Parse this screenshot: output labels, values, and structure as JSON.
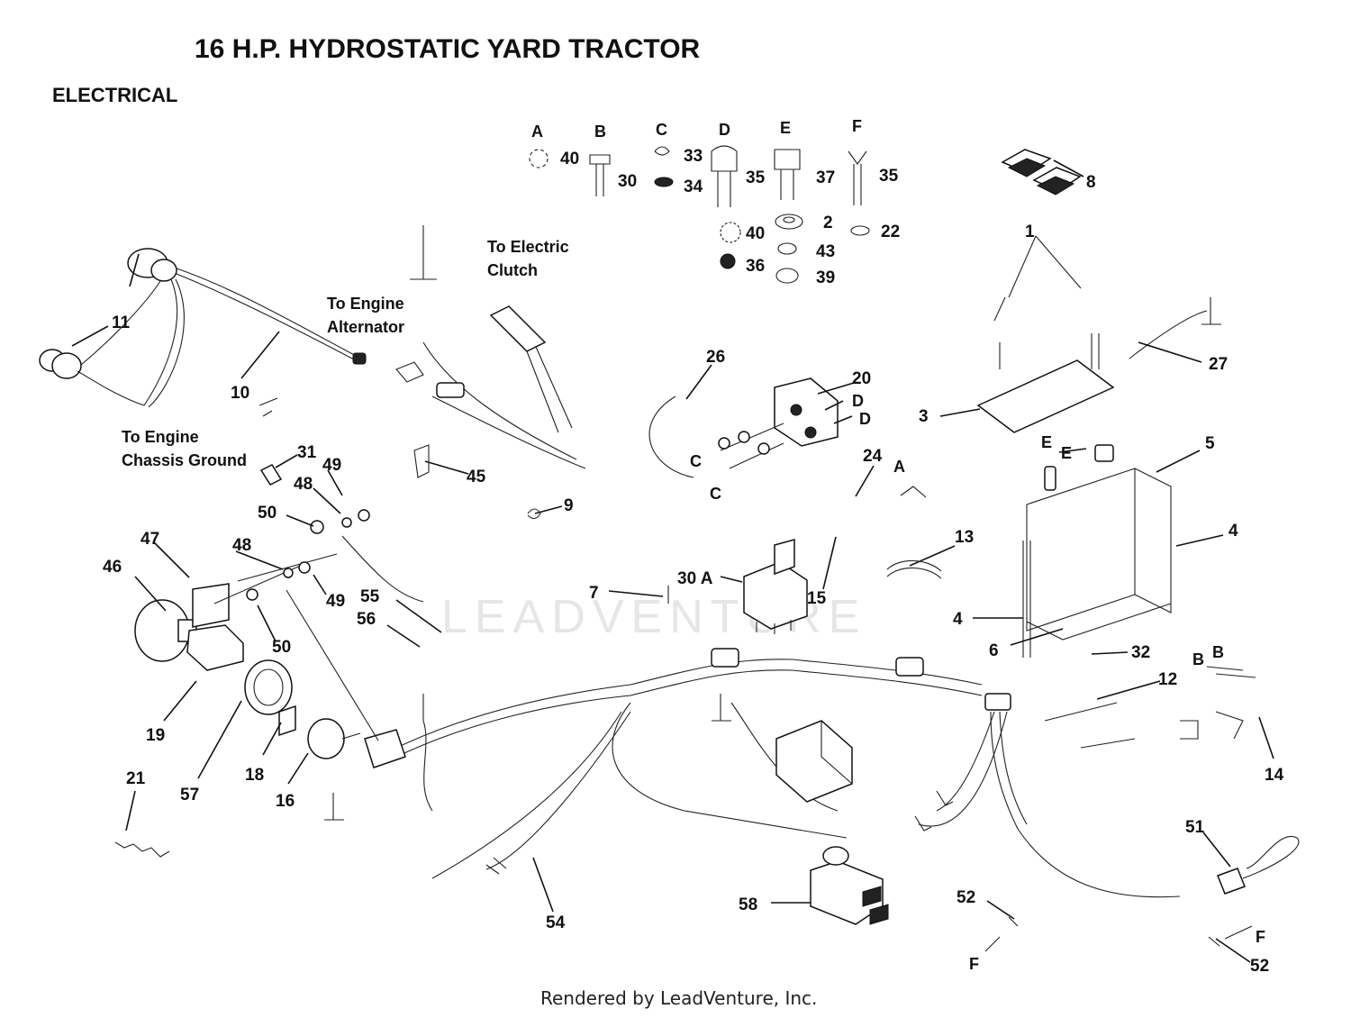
{
  "header": {
    "title": "16 H.P. HYDROSTATIC YARD TRACTOR",
    "section": "ELECTRICAL"
  },
  "watermark": "LEADVENTURE",
  "footer": "Rendered by LeadVenture, Inc.",
  "hardware_key": [
    {
      "letter": "A",
      "items": [
        "40"
      ]
    },
    {
      "letter": "B",
      "items": [
        "30"
      ]
    },
    {
      "letter": "C",
      "items": [
        "33",
        "34"
      ]
    },
    {
      "letter": "D",
      "items": [
        "35",
        "40",
        "36"
      ]
    },
    {
      "letter": "E",
      "items": [
        "37",
        "2",
        "43",
        "39"
      ]
    },
    {
      "letter": "F",
      "items": [
        "35",
        "22"
      ]
    }
  ],
  "notes": {
    "electric_clutch": [
      "To Electric",
      "Clutch"
    ],
    "engine_alternator": [
      "To Engine",
      "Alternator"
    ],
    "chassis_ground": [
      "To Engine",
      "Chassis Ground"
    ]
  },
  "callouts": [
    "1",
    "2",
    "3",
    "4",
    "5",
    "6",
    "7",
    "8",
    "9",
    "10",
    "11",
    "12",
    "13",
    "14",
    "15",
    "16",
    "18",
    "19",
    "20",
    "21",
    "22",
    "24",
    "26",
    "27",
    "30",
    "30 A",
    "31",
    "32",
    "33",
    "34",
    "35",
    "36",
    "37",
    "39",
    "40",
    "43",
    "45",
    "46",
    "47",
    "48",
    "49",
    "50",
    "51",
    "52",
    "54",
    "55",
    "56",
    "57",
    "58"
  ],
  "letter_marks": [
    "A",
    "B",
    "C",
    "D",
    "E",
    "F"
  ]
}
